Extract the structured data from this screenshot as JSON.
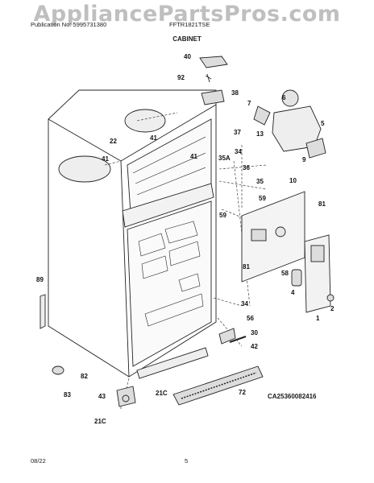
{
  "header": {
    "publication": "Publication No: 5995731380",
    "model": "FFTR1821TSE",
    "watermark": "AppliancePartsPros.com",
    "section_title": "CABINET"
  },
  "footer": {
    "date": "08/22",
    "page": "5"
  },
  "figure_id": "CA25360082416",
  "callouts": {
    "c40": "40",
    "c92": "92",
    "c38": "38",
    "c7": "7",
    "c6": "6",
    "c5": "5",
    "c13": "13",
    "c9": "9",
    "c41a": "41",
    "c41b": "41",
    "c41c": "41",
    "c37": "37",
    "c22": "22",
    "c35a": "35A",
    "c34a": "34",
    "c36": "36",
    "c35": "35",
    "c10": "10",
    "c59a": "59",
    "c59b": "59",
    "c81a": "81",
    "c81b": "81",
    "c58": "58",
    "c4": "4",
    "c2": "2",
    "c1": "1",
    "c89": "89",
    "c34b": "34",
    "c56": "56",
    "c30": "30",
    "c42": "42",
    "c82": "82",
    "c83": "83",
    "c43": "43",
    "c21ca": "21C",
    "c21cb": "21C",
    "c72": "72"
  }
}
